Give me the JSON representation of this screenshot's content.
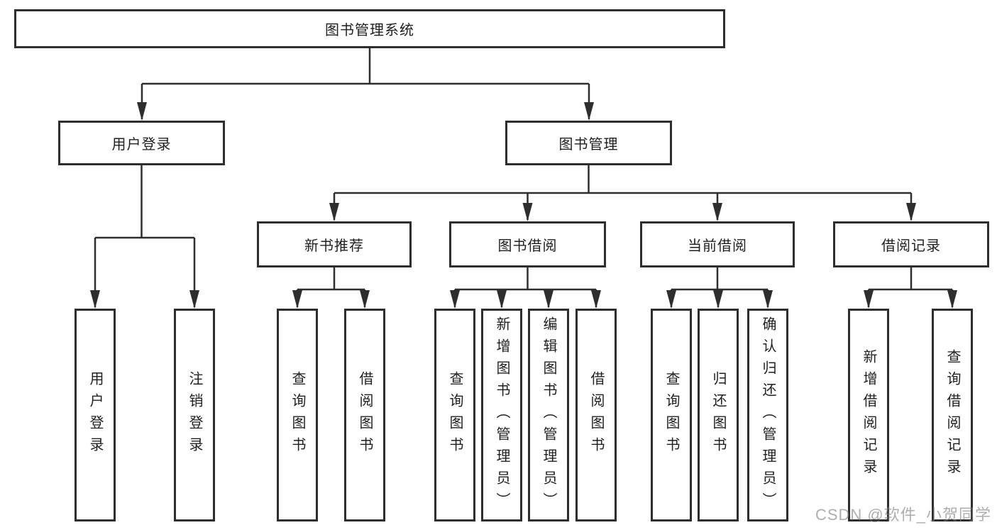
{
  "diagram": {
    "title": "图书管理系统",
    "root": {
      "label": "图书管理系统"
    },
    "level2": [
      {
        "label": "用户登录"
      },
      {
        "label": "图书管理"
      }
    ],
    "level3": [
      {
        "label": "新书推荐"
      },
      {
        "label": "图书借阅"
      },
      {
        "label": "当前借阅"
      },
      {
        "label": "借阅记录"
      }
    ],
    "leaves": {
      "user_login": [
        "用户登录",
        "注销登录"
      ],
      "new_books": [
        "查询图书",
        "借阅图书"
      ],
      "book_borrow": [
        "查询图书",
        "新增图书（管理员）",
        "编辑图书（管理员）",
        "借阅图书"
      ],
      "current_borrow": [
        "查询图书",
        "归还图书",
        "确认归还（管理员）"
      ],
      "borrow_records": [
        "新增借阅记录",
        "查询借阅记录"
      ]
    }
  },
  "watermark": "CSDN @软件_小贺同学",
  "colors": {
    "line": "#2e2e2e",
    "border": "#2e2e2e",
    "text": "#1f1f1f",
    "watermark_gray": "#7d7d7d",
    "background": "#ffffff"
  }
}
